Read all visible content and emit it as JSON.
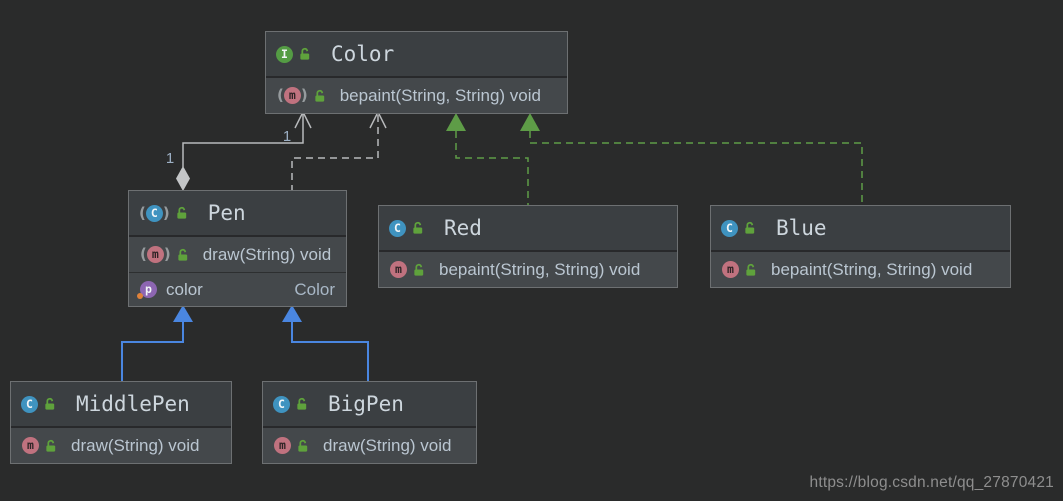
{
  "diagram": {
    "tool": "uml-class-diagram",
    "background": "#2a2b2b",
    "watermark": "https://blog.csdn.net/qq_27870421"
  },
  "colors": {
    "node_header_bg": "#3b3f42",
    "node_body_bg": "#44484b",
    "node_border": "#6d7072",
    "interface_icon": "#549c44",
    "class_icon": "#3f93c0",
    "method_icon": "#c0727f",
    "property_icon": "#8d66b2",
    "lock_icon": "#5fa23c",
    "edge_gray": "#b8babc",
    "edge_green": "#5e9c47",
    "edge_blue": "#4a86e0",
    "multiplicity_label": "#9db0c5"
  },
  "nodes": {
    "color": {
      "name": "Color",
      "kind": "interface",
      "icon_letter": "I",
      "members": [
        {
          "icon": "method-icon",
          "icon_letter": "m",
          "abstract": true,
          "text": "bepaint(String, String) void"
        }
      ]
    },
    "pen": {
      "name": "Pen",
      "kind": "abstract-class",
      "icon_letter": "C",
      "members": [
        {
          "icon": "method-icon",
          "icon_letter": "m",
          "abstract": true,
          "text": "draw(String) void"
        }
      ],
      "properties": [
        {
          "icon": "property-icon",
          "icon_letter": "p",
          "name": "color",
          "type": "Color"
        }
      ]
    },
    "red": {
      "name": "Red",
      "kind": "class",
      "icon_letter": "C",
      "members": [
        {
          "icon": "method-icon",
          "icon_letter": "m",
          "abstract": false,
          "text": "bepaint(String, String) void"
        }
      ]
    },
    "blue": {
      "name": "Blue",
      "kind": "class",
      "icon_letter": "C",
      "members": [
        {
          "icon": "method-icon",
          "icon_letter": "m",
          "abstract": false,
          "text": "bepaint(String, String) void"
        }
      ]
    },
    "middlepen": {
      "name": "MiddlePen",
      "kind": "class",
      "icon_letter": "C",
      "members": [
        {
          "icon": "method-icon",
          "icon_letter": "m",
          "abstract": false,
          "text": "draw(String) void"
        }
      ]
    },
    "bigpen": {
      "name": "BigPen",
      "kind": "class",
      "icon_letter": "C",
      "members": [
        {
          "icon": "method-icon",
          "icon_letter": "m",
          "abstract": false,
          "text": "draw(String) void"
        }
      ]
    }
  },
  "edges": [
    {
      "from": "Pen",
      "to": "Color",
      "type": "aggregation-association",
      "style": "solid",
      "color": "#b8babc",
      "label_source": "1",
      "label_target": "1"
    },
    {
      "from": "Pen",
      "to": "Color",
      "type": "dashed-dependency",
      "style": "dashed",
      "color": "#b8babc"
    },
    {
      "from": "Red",
      "to": "Color",
      "type": "realization",
      "style": "dashed",
      "color": "#5e9c47"
    },
    {
      "from": "Blue",
      "to": "Color",
      "type": "realization",
      "style": "dashed",
      "color": "#5e9c47"
    },
    {
      "from": "MiddlePen",
      "to": "Pen",
      "type": "inheritance",
      "style": "solid",
      "color": "#4a86e0"
    },
    {
      "from": "BigPen",
      "to": "Pen",
      "type": "inheritance",
      "style": "solid",
      "color": "#4a86e0"
    }
  ]
}
